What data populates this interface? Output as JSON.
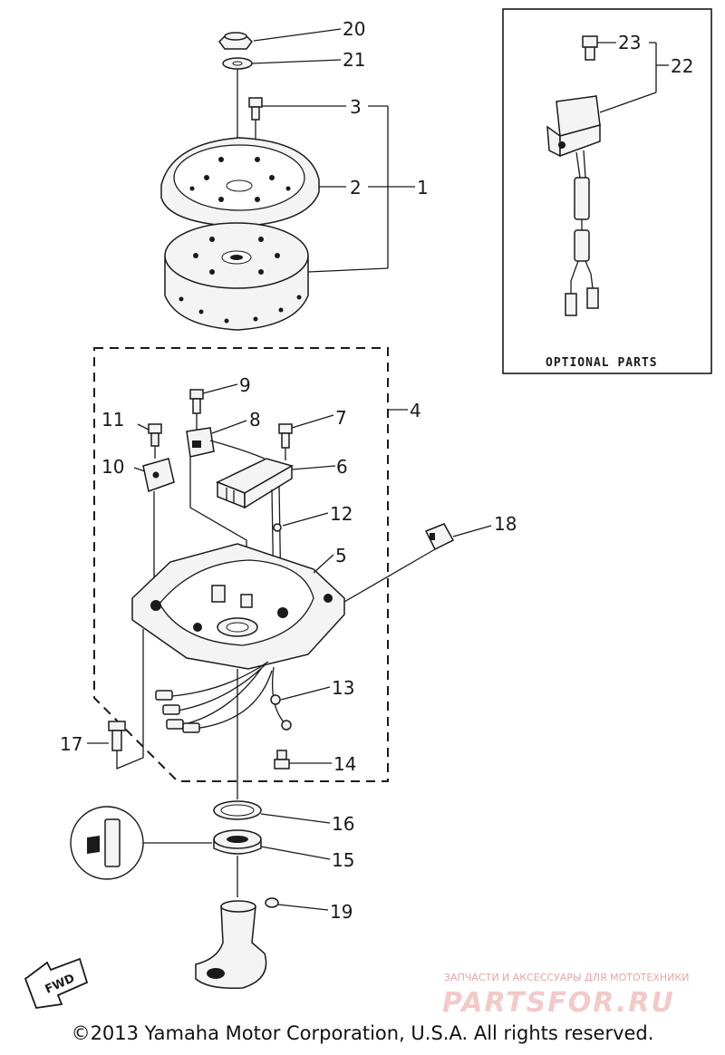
{
  "callouts": {
    "n1": "1",
    "n2": "2",
    "n3": "3",
    "n4": "4",
    "n5": "5",
    "n6": "6",
    "n7": "7",
    "n8": "8",
    "n9": "9",
    "n10": "10",
    "n11": "11",
    "n12": "12",
    "n13": "13",
    "n14": "14",
    "n15": "15",
    "n16": "16",
    "n17": "17",
    "n18": "18",
    "n19": "19",
    "n20": "20",
    "n21": "21",
    "n22": "22",
    "n23": "23"
  },
  "optional_box": {
    "title": "OPTIONAL PARTS"
  },
  "fwd_arrow": {
    "label": "FWD"
  },
  "watermark": {
    "tagline": "ЗАПЧАСТИ И АКСЕССУАРЫ ДЛЯ МОТОТЕХНИКИ",
    "brand": "PARTSFOR.RU"
  },
  "footer": {
    "copyright": "©2013 Yamaha Motor Corporation, U.S.A. All rights reserved."
  }
}
